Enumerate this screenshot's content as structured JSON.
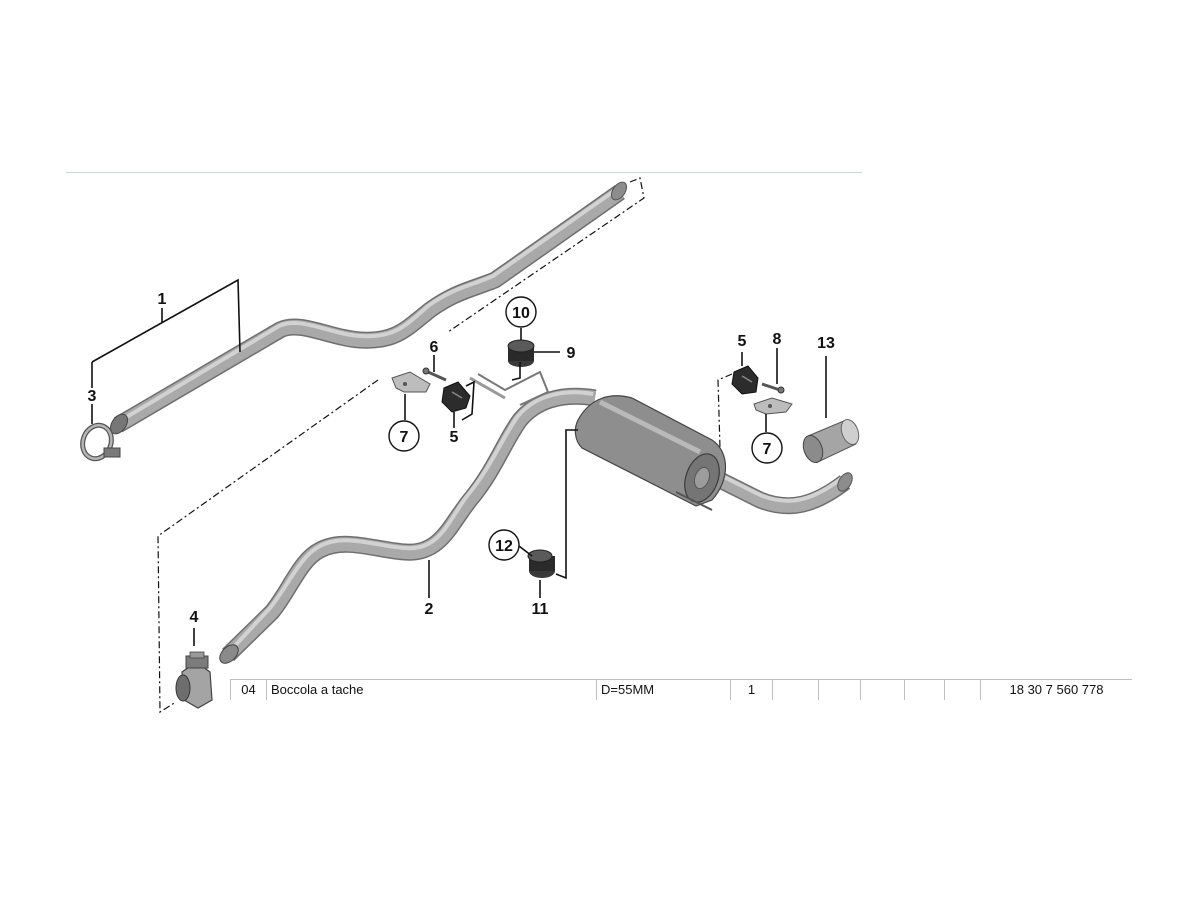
{
  "callouts": {
    "c1": "1",
    "c2": "2",
    "c3": "3",
    "c4": "4",
    "c5a": "5",
    "c5b": "5",
    "c6": "6",
    "c7a": "7",
    "c7b": "7",
    "c8": "8",
    "c9": "9",
    "c10": "10",
    "c11": "11",
    "c12": "12",
    "c13": "13"
  },
  "info_row": {
    "position": "04",
    "description": "Boccola a tache",
    "spec": "D=55MM",
    "quantity": "1",
    "part_number": "18 30 7 560 778"
  },
  "colors": {
    "part_fill": "#a9a9a9",
    "part_dark": "#5a5a5a",
    "line": "#111111",
    "rule": "#c9d9de"
  }
}
